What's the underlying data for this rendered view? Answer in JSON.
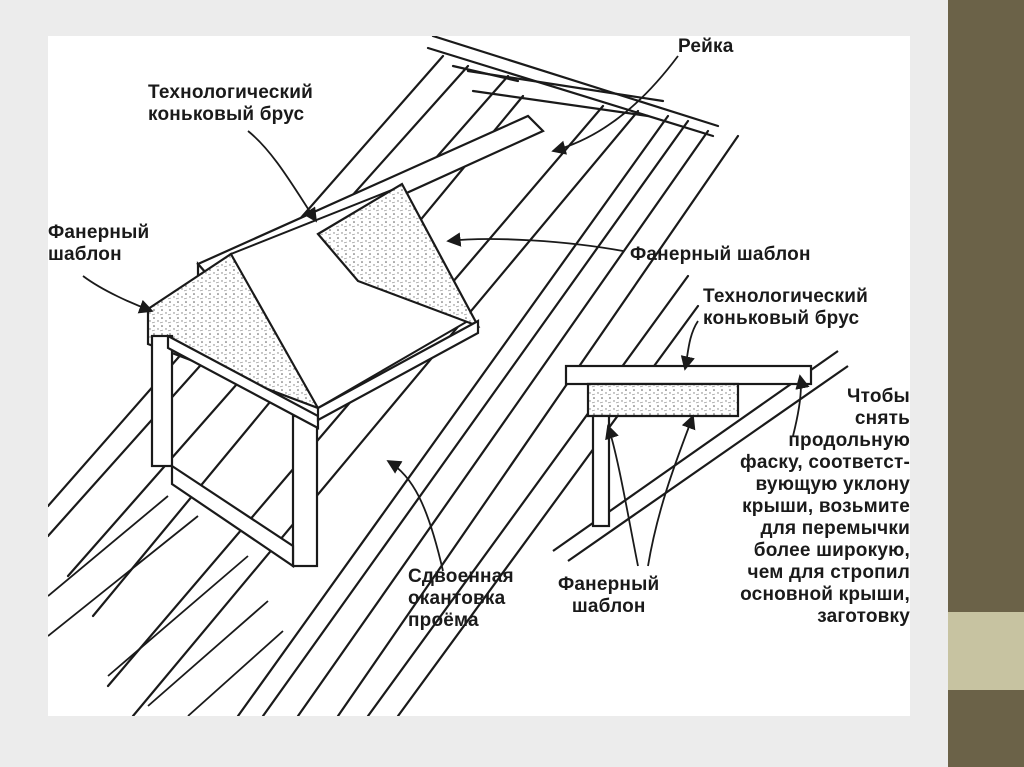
{
  "slide": {
    "bar_color": "#6b6248",
    "accent_color": "#c7c3a1",
    "background": "#ececec"
  },
  "diagram": {
    "label_reika": "Рейка",
    "label_ridge_main": [
      "Технологический",
      "коньковый брус"
    ],
    "label_plywood_left": [
      "Фанерный",
      "шаблон"
    ],
    "label_plywood_right": "Фанерный шаблон",
    "label_ridge_detail": [
      "Технологический",
      "коньковый брус"
    ],
    "label_double_framing": [
      "Сдвоенная",
      "окантовка",
      "проёма"
    ],
    "label_plywood_detail": [
      "Фанерный",
      "шаблон"
    ],
    "label_note": [
      "Чтобы",
      "снять",
      "продольную",
      "фаску, соответст-",
      "вующую уклону",
      "крыши, возьмите",
      "для перемычки",
      "более широкую,",
      "чем для стропил",
      "основной крыши,",
      "заготовку"
    ]
  }
}
